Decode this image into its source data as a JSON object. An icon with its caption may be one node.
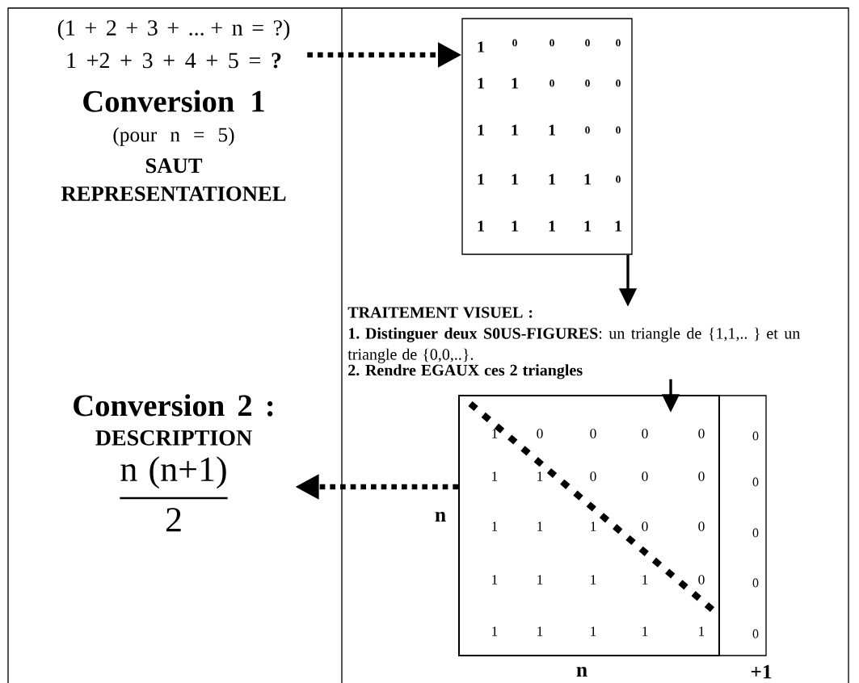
{
  "diagram": {
    "nodes": [
      {
        "text": [
          "(1 + 2 + 3 + ... + n  = ?)",
          "1 +2 + 3 + 4 + 5 = **?**",
          "Conversion 1",
          "(pour n = 5)",
          "SAUT REPRESENTATIONEL"
        ]
      },
      {
        "text": [
          "1",
          "0",
          "0",
          "0",
          "0",
          "1",
          "1",
          "0",
          "0",
          "0",
          "1",
          "1",
          "1",
          "0",
          "0",
          "1",
          "1",
          "1",
          "1",
          "0",
          "1",
          "1",
          "1",
          "1",
          "1"
        ]
      },
      {
        "text": [
          "TRAITEMENT VISUEL :",
          "**1. Distinguer deux S0US-FIGURES**: un triangle de {1,1,.. } et un triangle de {0,0,..}.",
          "2. Rendre EGAUX ces 2 triangles"
        ]
      },
      {
        "text": [
          "1",
          "0",
          "0",
          "0",
          "0",
          "1",
          "1",
          "0",
          "0",
          "0",
          "1",
          "1",
          "1",
          "0",
          "0",
          "1",
          "1",
          "1",
          "1",
          "0",
          "1",
          "1",
          "1",
          "1",
          "1"
        ],
        "beside": [
          "n",
          "n"
        ]
      },
      {
        "text": [
          "0",
          "0",
          "0",
          "0",
          "0"
        ],
        "beside": [
          "+1"
        ]
      },
      {
        "text": [
          "Conversion 2 :",
          "DESCRIPTION",
          "n (n+1)",
          "2"
        ]
      }
    ],
    "edges": [
      {
        "from": 0,
        "to": 1,
        "arrow": "to",
        "style": "dashed"
      },
      {
        "from": 1,
        "to": 2,
        "arrow": "to"
      },
      {
        "from": 2,
        "to": 3,
        "arrow": "to"
      },
      {
        "from": 3,
        "to": 5,
        "arrow": "to",
        "style": "dashed"
      }
    ]
  }
}
